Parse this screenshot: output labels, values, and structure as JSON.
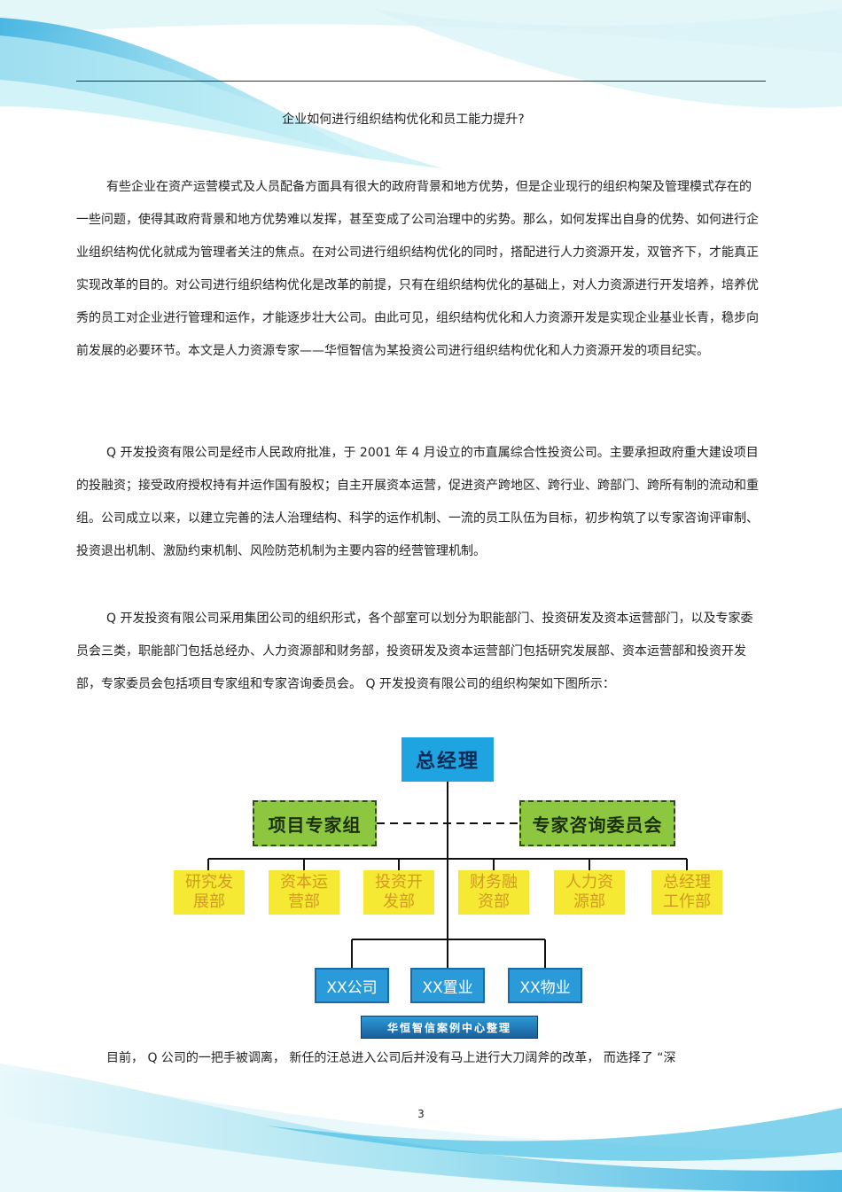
{
  "document": {
    "title": "企业如何进行组织结构优化和员工能力提升?",
    "paragraphs": [
      "有些企业在资产运营模式及人员配备方面具有很大的政府背景和地方优势，但是企业现行的组织构架及管理模式存在的一些问题，使得其政府背景和地方优势难以发挥，甚至变成了公司治理中的劣势。那么，如何发挥出自身的优势、如何进行企业组织结构优化就成为管理者关注的焦点。在对公司进行组织结构优化的同时，搭配进行人力资源开发，双管齐下，才能真正实现改革的目的。对公司进行组织结构优化是改革的前提，只有在组织结构优化的基础上，对人力资源进行开发培养，培养优秀的员工对企业进行管理和运作，才能逐步壮大公司。由此可见，组织结构优化和人力资源开发是实现企业基业长青，稳步向前发展的必要环节。本文是人力资源专家——华恒智信为某投资公司进行组织结构优化和人力资源开发的项目纪实。",
      "Q 开发投资有限公司是经市人民政府批准，于 2001 年 4 月设立的市直属综合性投资公司。主要承担政府重大建设项目的投融资；接受政府授权持有并运作国有股权；自主开展资本运营，促进资产跨地区、跨行业、跨部门、跨所有制的流动和重组。公司成立以来，以建立完善的法人治理结构、科学的运作机制、一流的员工队伍为目标，初步构筑了以专家咨询评审制、投资退出机制、激励约束机制、风险防范机制为主要内容的经营管理机制。",
      "Q 开发投资有限公司采用集团公司的组织形式，各个部室可以划分为职能部门、投资研发及资本运营部门，以及专家委员会三类，职能部门包括总经办、人力资源部和财务部，投资研发及资本运营部门包括研究发展部、资本运营部和投资开发部，专家委员会包括项目专家组和专家咨询委员会。 Q 开发投资有限公司的组织构架如下图所示：",
      "目前， Q 公司的一把手被调离， 新任的汪总进入公司后并没有马上进行大刀阔斧的改革， 而选择了 “深"
    ],
    "page_number": "3"
  },
  "org_chart": {
    "top": "总经理",
    "committees": [
      "项目专家组",
      "专家咨询委员会"
    ],
    "departments": [
      "研究发展部",
      "资本运营部",
      "投资开发部",
      "财务融资部",
      "人力资源部",
      "总经理工作部"
    ],
    "subsidiaries": [
      "XX公司",
      "XX置业",
      "XX物业"
    ],
    "caption": "华恒智信案例中心整理"
  }
}
